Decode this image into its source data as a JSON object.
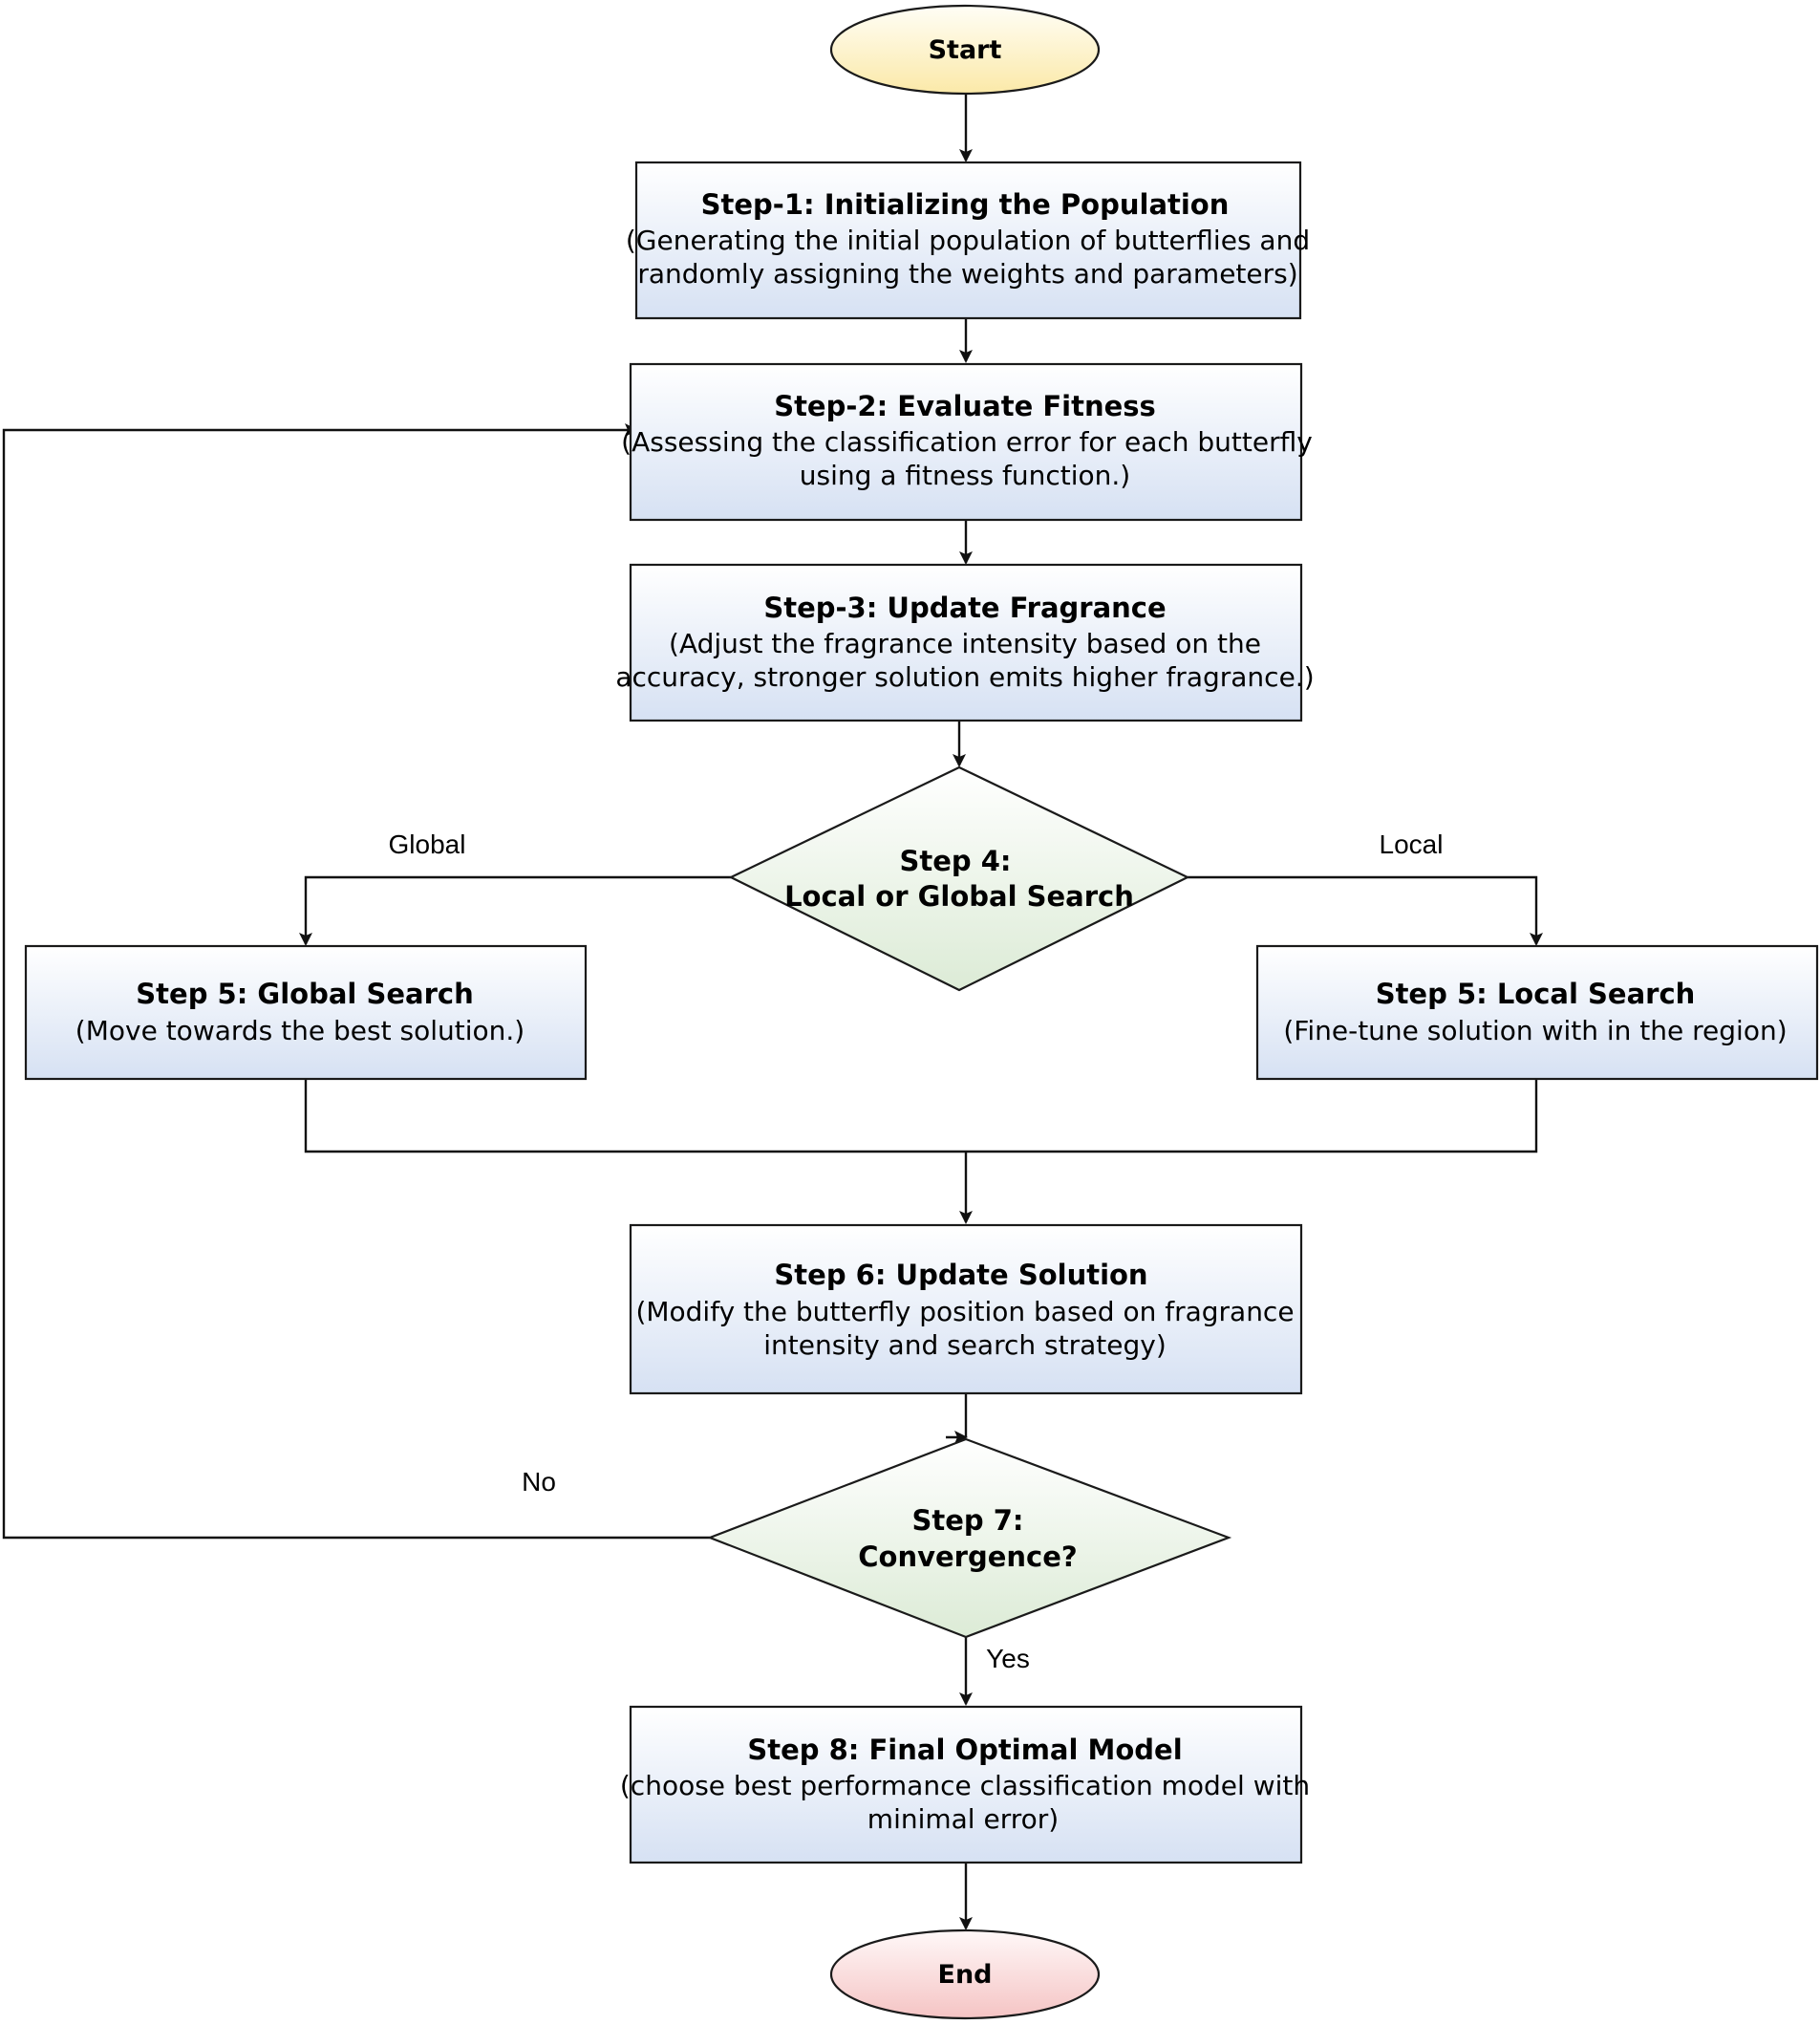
{
  "nodes": {
    "start": {
      "label": "Start"
    },
    "step1": {
      "title": "Step-1: Initializing the Population",
      "line1": "(Generating the initial population of butterflies and",
      "line2": "randomly assigning the weights and parameters)"
    },
    "step2": {
      "title": "Step-2: Evaluate Fitness",
      "line1": "(Assessing the classification error for each butterfly",
      "line2": "using a fitness function.)"
    },
    "step3": {
      "title": "Step-3: Update Fragrance",
      "line1": "(Adjust the fragrance intensity based on the",
      "line2": "accuracy, stronger solution emits higher fragrance.)"
    },
    "step4": {
      "line1": "Step 4:",
      "line2": "Local or Global Search"
    },
    "step5_global": {
      "title": "Step 5: Global Search",
      "line1": "(Move towards the best solution.)"
    },
    "step5_local": {
      "title": "Step 5: Local Search",
      "line1": "(Fine-tune solution with in the region)"
    },
    "step6": {
      "title": "Step 6: Update Solution",
      "line1": "(Modify the butterfly position based on fragrance",
      "line2": "intensity and search strategy)"
    },
    "step7": {
      "line1": "Step 7:",
      "line2": "Convergence?"
    },
    "step8": {
      "title": "Step 8: Final Optimal Model",
      "line1": "(choose best performance classification model with",
      "line2": "minimal error)"
    },
    "end": {
      "label": "End"
    }
  },
  "edge_labels": {
    "global": "Global",
    "local": "Local",
    "no": "No",
    "yes": "Yes"
  },
  "colors": {
    "process_top": "#ffffff",
    "process_bottom": "#d6e1f3",
    "decision_top": "#ffffff",
    "decision_bottom": "#dcebd6",
    "start_top": "#fffef6",
    "start_bottom": "#fbe9a8",
    "end_top": "#fff8f8",
    "end_bottom": "#f5c4c4"
  }
}
